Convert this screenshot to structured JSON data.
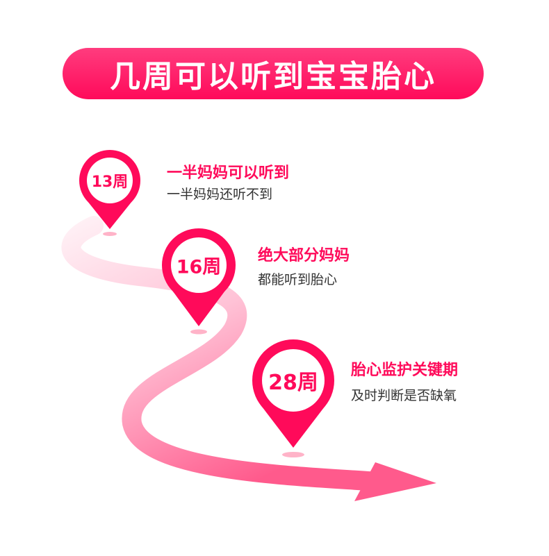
{
  "title": "几周可以听到宝宝胎心",
  "colors": {
    "accent": "#ff0a5a",
    "path_end": "#ff5a8c",
    "path_start": "#ffe3ec"
  },
  "milestones": [
    {
      "week": "13周",
      "heading": "一半妈妈可以听到",
      "detail": "一半妈妈还听不到"
    },
    {
      "week": "16周",
      "heading": "绝大部分妈妈",
      "detail": "都能听到胎心"
    },
    {
      "week": "28周",
      "heading": "胎心监护关键期",
      "detail": "及时判断是否缺氧"
    }
  ]
}
